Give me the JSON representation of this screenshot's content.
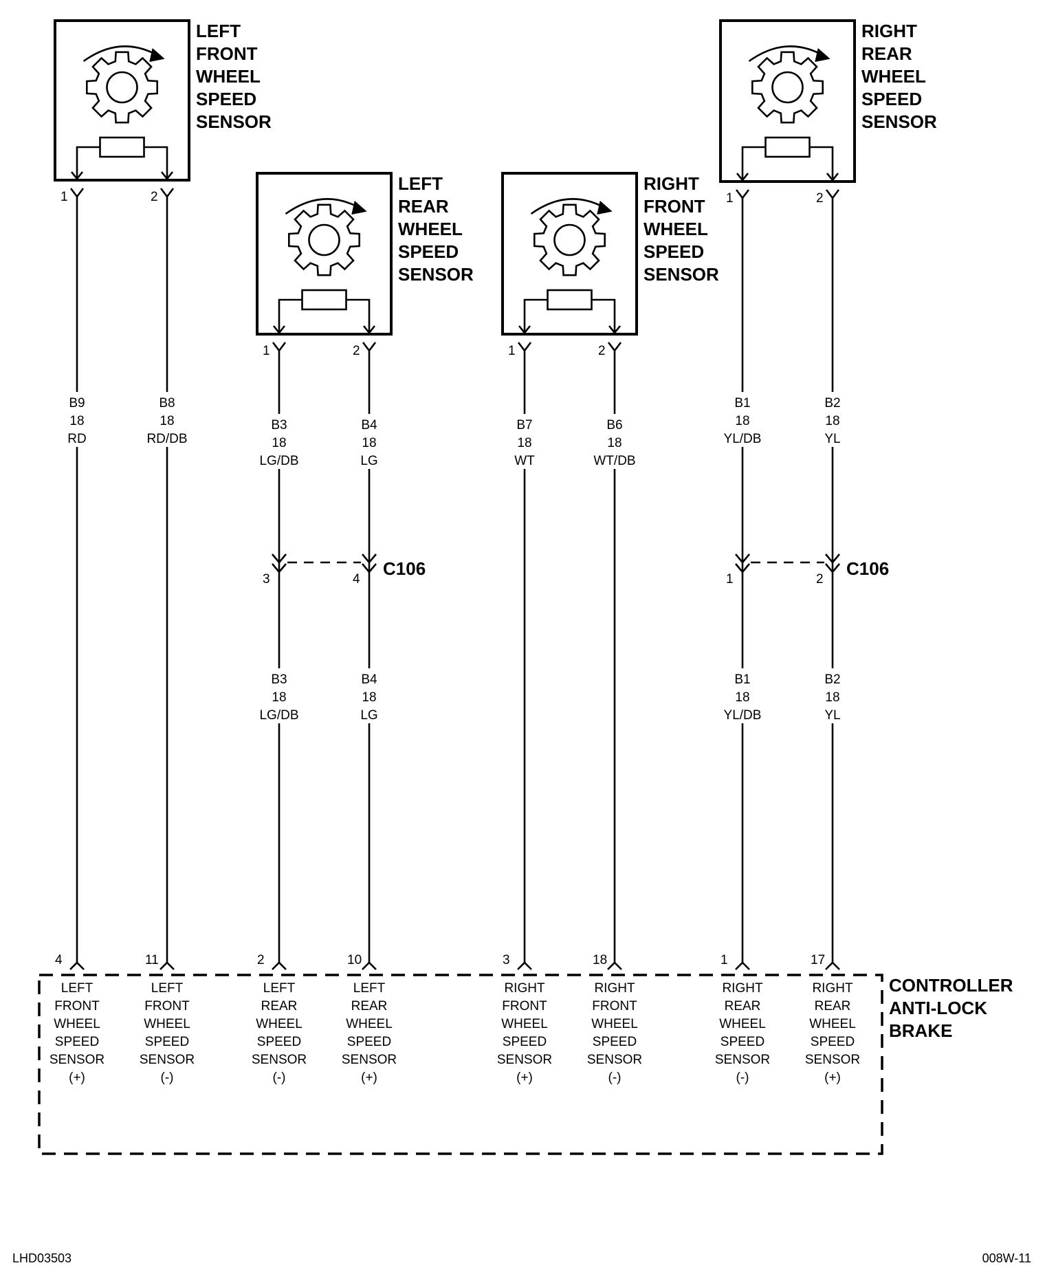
{
  "sensors": [
    {
      "id": "lf",
      "title_lines": [
        "LEFT",
        "FRONT",
        "WHEEL",
        "SPEED",
        "SENSOR"
      ],
      "pins": [
        "1",
        "2"
      ]
    },
    {
      "id": "lr",
      "title_lines": [
        "LEFT",
        "REAR",
        "WHEEL",
        "SPEED",
        "SENSOR"
      ],
      "pins": [
        "1",
        "2"
      ]
    },
    {
      "id": "rf",
      "title_lines": [
        "RIGHT",
        "FRONT",
        "WHEEL",
        "SPEED",
        "SENSOR"
      ],
      "pins": [
        "1",
        "2"
      ]
    },
    {
      "id": "rr",
      "title_lines": [
        "RIGHT",
        "REAR",
        "WHEEL",
        "SPEED",
        "SENSOR"
      ],
      "pins": [
        "1",
        "2"
      ]
    }
  ],
  "wires": [
    {
      "id": "w1",
      "upper": [
        "B9",
        "18",
        "RD"
      ],
      "ctrl_pin": "4"
    },
    {
      "id": "w2",
      "upper": [
        "B8",
        "18",
        "RD/DB"
      ],
      "ctrl_pin": "11"
    },
    {
      "id": "w3",
      "upper": [
        "B3",
        "18",
        "LG/DB"
      ],
      "lower": [
        "B3",
        "18",
        "LG/DB"
      ],
      "conn_pin": "3",
      "ctrl_pin": "2"
    },
    {
      "id": "w4",
      "upper": [
        "B4",
        "18",
        "LG"
      ],
      "lower": [
        "B4",
        "18",
        "LG"
      ],
      "conn_pin": "4",
      "ctrl_pin": "10"
    },
    {
      "id": "w5",
      "upper": [
        "B7",
        "18",
        "WT"
      ],
      "ctrl_pin": "3"
    },
    {
      "id": "w6",
      "upper": [
        "B6",
        "18",
        "WT/DB"
      ],
      "ctrl_pin": "18"
    },
    {
      "id": "w7",
      "upper": [
        "B1",
        "18",
        "YL/DB"
      ],
      "lower": [
        "B1",
        "18",
        "YL/DB"
      ],
      "conn_pin": "1",
      "ctrl_pin": "1"
    },
    {
      "id": "w8",
      "upper": [
        "B2",
        "18",
        "YL"
      ],
      "lower": [
        "B2",
        "18",
        "YL"
      ],
      "conn_pin": "2",
      "ctrl_pin": "17"
    }
  ],
  "connectors": [
    {
      "id": "c106_left",
      "label": "C106"
    },
    {
      "id": "c106_right",
      "label": "C106"
    }
  ],
  "controller": {
    "title_lines": [
      "CONTROLLER",
      "ANTI-LOCK",
      "BRAKE"
    ],
    "inputs": [
      [
        "LEFT",
        "FRONT",
        "WHEEL",
        "SPEED",
        "SENSOR",
        "(+)"
      ],
      [
        "LEFT",
        "FRONT",
        "WHEEL",
        "SPEED",
        "SENSOR",
        "(-)"
      ],
      [
        "LEFT",
        "REAR",
        "WHEEL",
        "SPEED",
        "SENSOR",
        "(-)"
      ],
      [
        "LEFT",
        "REAR",
        "WHEEL",
        "SPEED",
        "SENSOR",
        "(+)"
      ],
      [
        "RIGHT",
        "FRONT",
        "WHEEL",
        "SPEED",
        "SENSOR",
        "(+)"
      ],
      [
        "RIGHT",
        "FRONT",
        "WHEEL",
        "SPEED",
        "SENSOR",
        "(-)"
      ],
      [
        "RIGHT",
        "REAR",
        "WHEEL",
        "SPEED",
        "SENSOR",
        "(-)"
      ],
      [
        "RIGHT",
        "REAR",
        "WHEEL",
        "SPEED",
        "SENSOR",
        "(+)"
      ]
    ]
  },
  "footer": {
    "left": "LHD03503",
    "right": "008W-11"
  }
}
